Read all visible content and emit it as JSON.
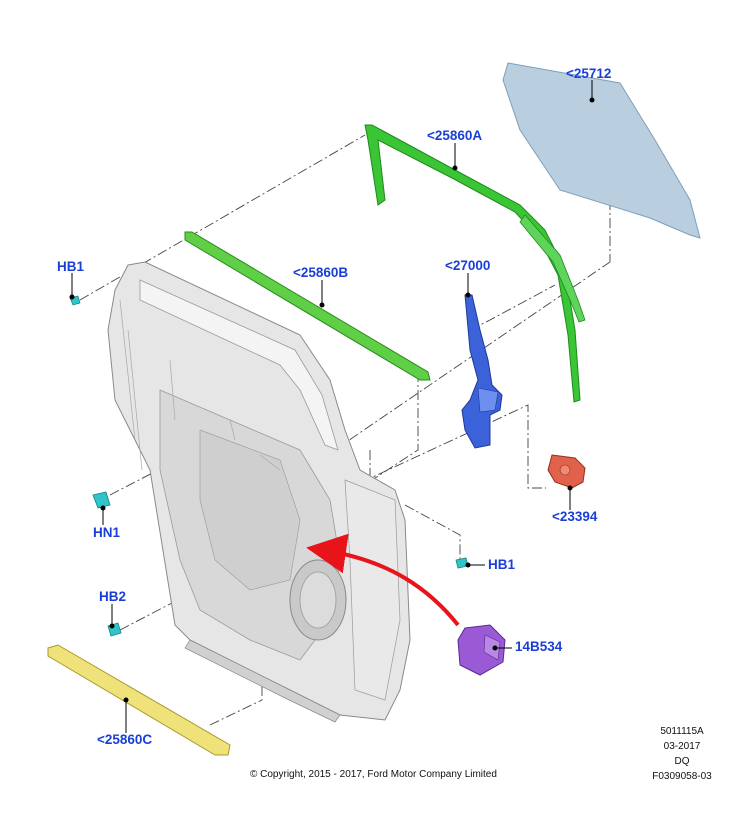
{
  "diagram": {
    "callouts": {
      "glass": "<25712",
      "run_channel_rear": "<25860A",
      "weatherstrip_belt": "<25860B",
      "weatherstrip_lower": "<25860C",
      "regulator": "<27000",
      "motor": "<23394",
      "module": "14B534",
      "bolt_hb1_top": "HB1",
      "bolt_hb1_mid": "HB1",
      "nut_hn1": "HN1",
      "bolt_hb2": "HB2"
    },
    "colors": {
      "callout_text": "#1a3fd6",
      "glass": "#b9cfe0",
      "run_channel": "#39c534",
      "belt_weatherstrip": "#5fcf45",
      "regulator": "#3b62d9",
      "motor": "#e0624a",
      "module": "#9a5ad6",
      "lower_weatherstrip": "#f0e27a",
      "fastener": "#2fc4c9",
      "arrow": "#e8141a",
      "door_panel": "#e6e6e6"
    }
  },
  "footer": {
    "copyright": "© Copyright, 2015 - 2017, Ford Motor Company Limited",
    "code": "5011115A",
    "date": "03-2017",
    "region": "DQ",
    "figure_id": "F0309058-03"
  }
}
